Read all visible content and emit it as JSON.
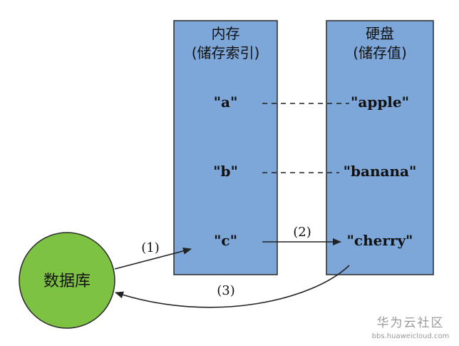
{
  "memory": {
    "title": "内存",
    "subtitle": "(储存索引)",
    "keys": [
      "\"a\"",
      "\"b\"",
      "\"c\""
    ]
  },
  "disk": {
    "title": "硬盘",
    "subtitle": "(储存值)",
    "values": [
      "\"apple\"",
      "\"banana\"",
      "\"cherry\""
    ]
  },
  "database": {
    "label": "数据库"
  },
  "steps": {
    "step1": "(1)",
    "step2": "(2)",
    "step3": "(3)"
  },
  "watermark": {
    "line1": "华为云社区",
    "line2": "bbs.huaweicloud.com"
  },
  "colors": {
    "box_fill": "#7da7d9",
    "database_fill": "#7dc242"
  }
}
